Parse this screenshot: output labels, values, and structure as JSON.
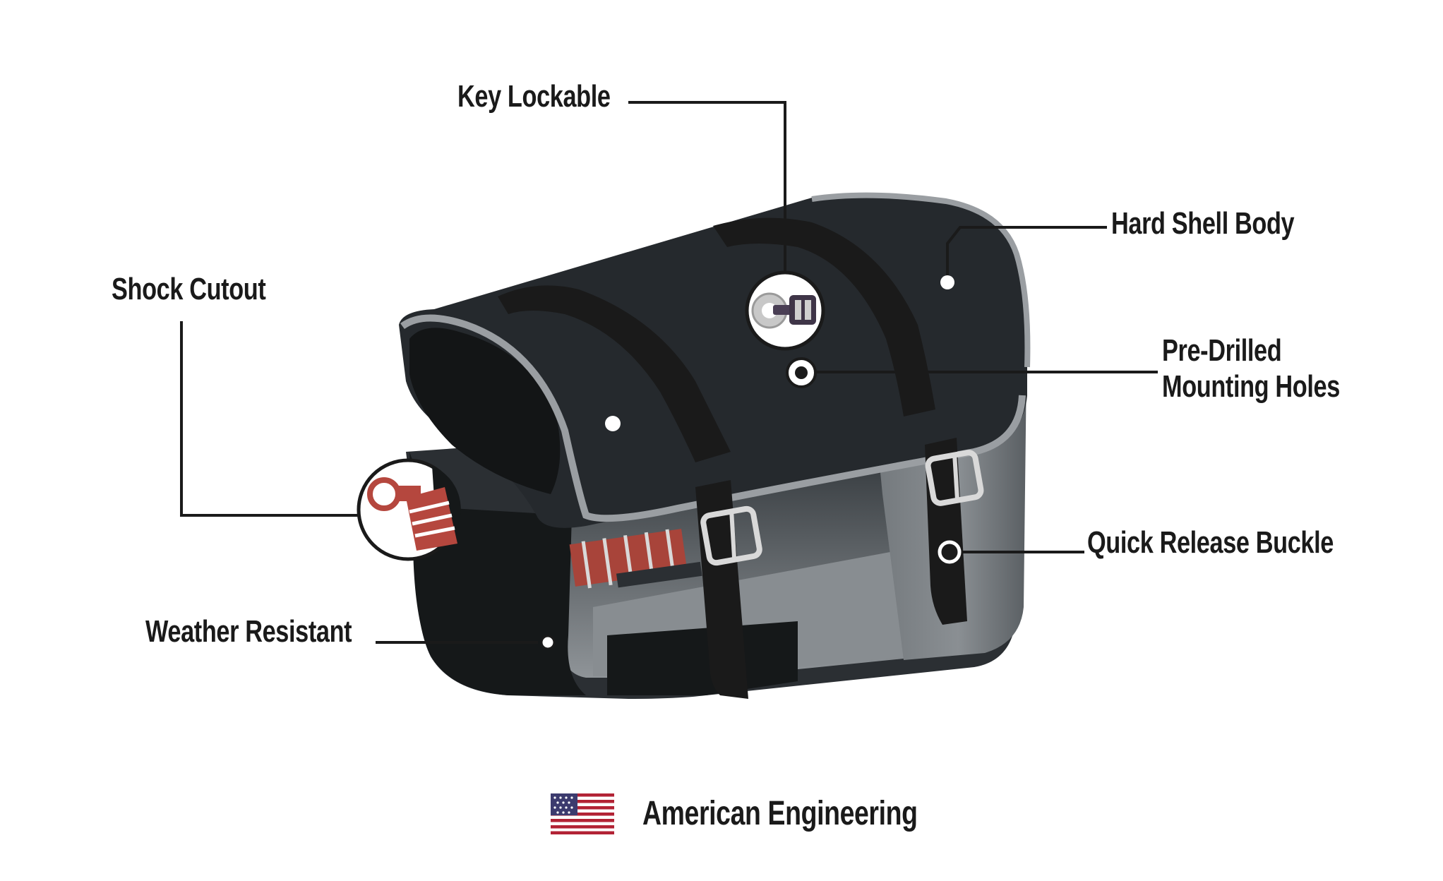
{
  "callouts": {
    "key_lockable": "Key Lockable",
    "shock_cutout": "Shock Cutout",
    "hard_shell_body": "Hard Shell Body",
    "pre_drilled_line1": "Pre-Drilled",
    "pre_drilled_line2": "Mounting Holes",
    "quick_release_buckle": "Quick Release Buckle",
    "weather_resistant": "Weather Resistant"
  },
  "footer": {
    "text": "American Engineering",
    "flag_icon": "us-flag-icon"
  },
  "colors": {
    "body_dark": "#2b2f33",
    "lid_dark": "#25292d",
    "strap": "#1c1c1c",
    "trim_grey": "#9a9ea2",
    "shock_red": "#b5473e",
    "callout_line": "#1a1a1a"
  }
}
